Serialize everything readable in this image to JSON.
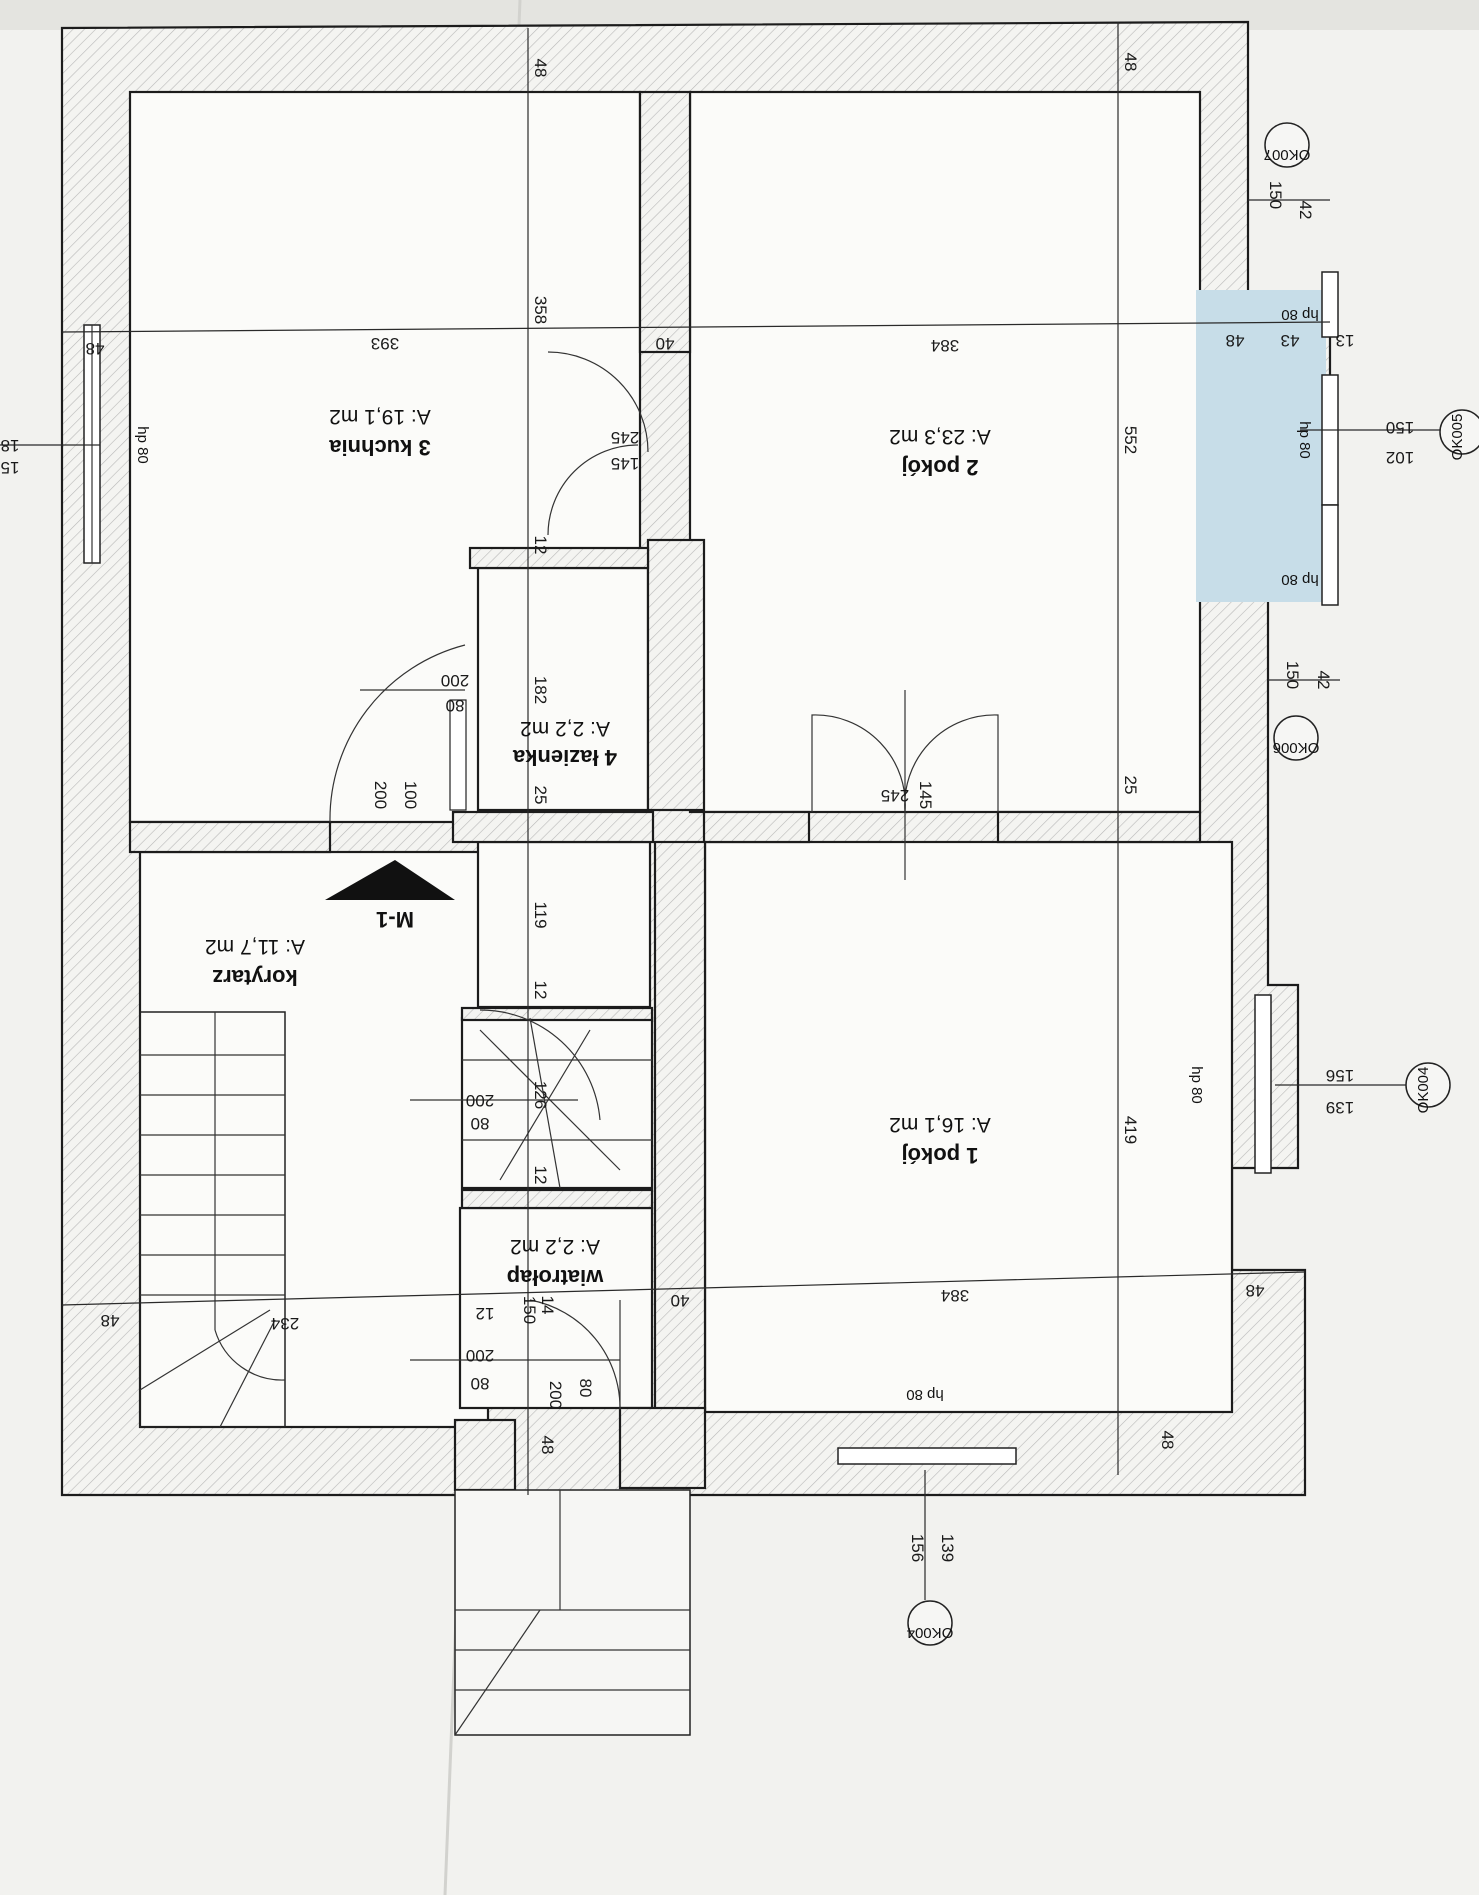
{
  "rooms": [
    {
      "name": "3 kuchnia",
      "area": "A: 19,1 m2"
    },
    {
      "name": "2 pokój",
      "area": "A: 23,3 m2"
    },
    {
      "name": "4 łazienka",
      "area": "A: 2,2 m2"
    },
    {
      "name": "korytarz",
      "area": "A: 11,7 m2"
    },
    {
      "name": "1 pokój",
      "area": "A: 16,1 m2"
    },
    {
      "name": "wiatrołap",
      "area": "A: 2,2 m2"
    }
  ],
  "section_marker": "M-1",
  "window_tags": [
    "OK007",
    "OK005",
    "OK006",
    "OK004",
    "OK004"
  ],
  "window_sill": "hp 80",
  "dimensions": {
    "d48_top_left": "48",
    "d48_top_right": "48",
    "d393": "393",
    "d48_left": "48",
    "d358": "358",
    "d40_top": "40",
    "d384_top": "384",
    "d48_right_top": "48",
    "d43": "43",
    "d13": "13",
    "d552": "552",
    "d245_kitchen": "245",
    "d145_kitchen": "145",
    "d12_a": "12",
    "d182": "182",
    "d200_bath": "200",
    "d80_bath": "80",
    "d100": "100",
    "d200_entry": "200",
    "d25_mid": "25",
    "d25_right": "25",
    "d245_rooms": "245",
    "d145_rooms": "145",
    "d119": "119",
    "d12_b": "12",
    "d126": "126",
    "d200_stairs": "200",
    "d80_stairs": "80",
    "d12_c": "12",
    "d419": "419",
    "d384_bottom": "384",
    "d48_right_bottom": "48",
    "d40_bottom": "40",
    "d234": "234",
    "d12_d": "12",
    "d14": "14",
    "d150": "150",
    "d48_left_bottom": "48",
    "d200_vest": "200",
    "d80_vest": "80",
    "d200_vest2": "200",
    "d80_vest2": "80",
    "d48_bottom": "48",
    "d48_bottom_right": "48",
    "ok007_a": "150",
    "ok007_b": "42",
    "ok005_a": "150",
    "ok005_b": "102",
    "ok006_a": "150",
    "ok006_b": "42",
    "ok004r_a": "156",
    "ok004r_b": "139",
    "ok004b_a": "156",
    "ok004b_b": "139",
    "edge_a": "18",
    "edge_b": "15"
  }
}
